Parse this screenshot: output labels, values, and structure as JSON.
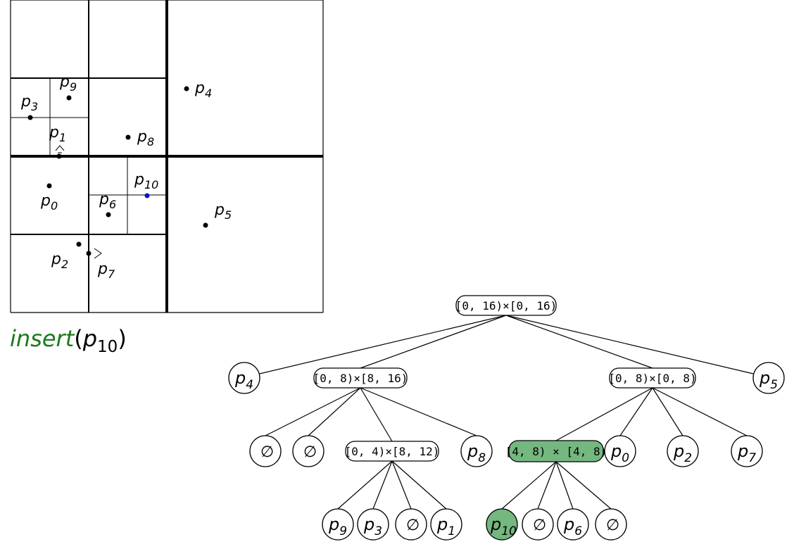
{
  "colors": {
    "ink": "#000000",
    "highlight_fill": "#74b77f",
    "action_text": "#1a7a1a",
    "new_point": "#1010c0"
  },
  "action": {
    "name": "insert",
    "arg": "p",
    "arg_sub": "10"
  },
  "plane": {
    "points": [
      {
        "id": "p0",
        "base": "p",
        "sub": "0"
      },
      {
        "id": "p1",
        "base": "p",
        "sub": "1"
      },
      {
        "id": "p2",
        "base": "p",
        "sub": "2"
      },
      {
        "id": "p3",
        "base": "p",
        "sub": "3"
      },
      {
        "id": "p4",
        "base": "p",
        "sub": "4"
      },
      {
        "id": "p5",
        "base": "p",
        "sub": "5"
      },
      {
        "id": "p6",
        "base": "p",
        "sub": "6"
      },
      {
        "id": "p7",
        "base": "p",
        "sub": "7"
      },
      {
        "id": "p8",
        "base": "p",
        "sub": "8"
      },
      {
        "id": "p9",
        "base": "p",
        "sub": "9"
      },
      {
        "id": "p10",
        "base": "p",
        "sub": "10"
      }
    ]
  },
  "tree": {
    "internal": {
      "root": "[0, 16)×[0, 16)",
      "n1": "[0, 8)×[8, 16)",
      "n2": "[0, 8)×[0, 8)",
      "n3": "[0, 4)×[8, 12)",
      "n4": "[4, 8) × [4, 8)"
    },
    "leaves": {
      "L_p4": {
        "base": "p",
        "sub": "4"
      },
      "L_p5": {
        "base": "p",
        "sub": "5"
      },
      "L_e1": {
        "base": "∅",
        "sub": ""
      },
      "L_e2": {
        "base": "∅",
        "sub": ""
      },
      "L_p8": {
        "base": "p",
        "sub": "8"
      },
      "L_p0": {
        "base": "p",
        "sub": "0"
      },
      "L_p2": {
        "base": "p",
        "sub": "2"
      },
      "L_p7": {
        "base": "p",
        "sub": "7"
      },
      "L_p9": {
        "base": "p",
        "sub": "9"
      },
      "L_p3": {
        "base": "p",
        "sub": "3"
      },
      "L_e3": {
        "base": "∅",
        "sub": ""
      },
      "L_p1": {
        "base": "p",
        "sub": "1"
      },
      "L_p10": {
        "base": "p",
        "sub": "10"
      },
      "L_e4": {
        "base": "∅",
        "sub": ""
      },
      "L_p6": {
        "base": "p",
        "sub": "6"
      },
      "L_e5": {
        "base": "∅",
        "sub": ""
      }
    }
  }
}
